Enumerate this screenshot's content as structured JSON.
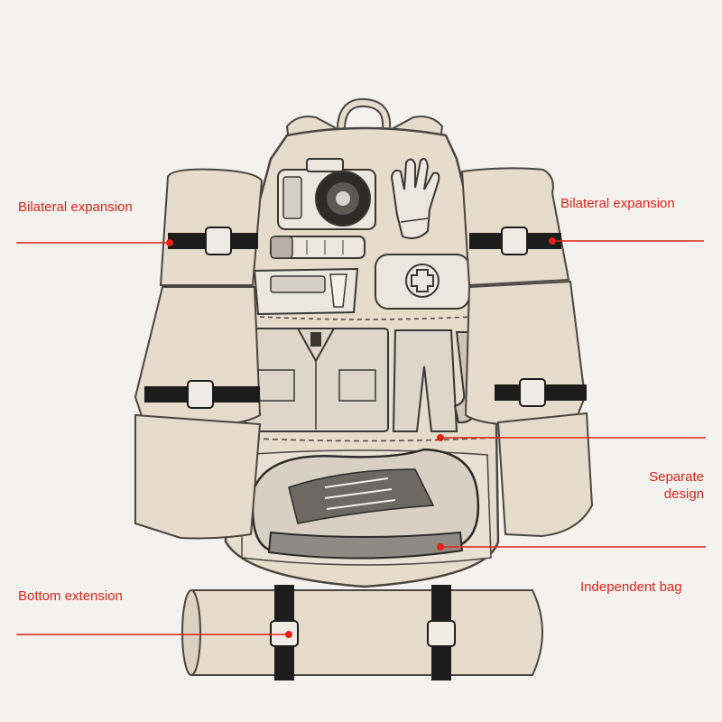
{
  "colors": {
    "accent": "#e2231a",
    "canvas": "#f3f2ef",
    "bag_fill": "#e6dccb",
    "bag_outline": "#4a4540",
    "strap": "#1c1c1c"
  },
  "labels": {
    "bilateral_left": "Bilateral expansion",
    "bilateral_right": "Bilateral expansion",
    "separate_line1": "Separate",
    "separate_line2": "design",
    "bottom_extension": "Bottom extension",
    "independent_bag": "Independent bag"
  }
}
